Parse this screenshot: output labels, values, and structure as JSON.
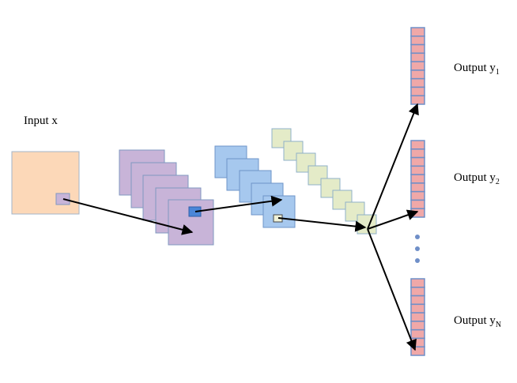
{
  "labels": {
    "input": "Input x",
    "output_prefix": "Output y",
    "outputs": [
      {
        "subscript": "1"
      },
      {
        "subscript": "2"
      },
      {
        "subscript": "N"
      }
    ]
  },
  "colors": {
    "input_fill": "#fcd8b8",
    "input_stroke": "#a3b5c9",
    "conv1_fill": "#c8b4d8",
    "conv1_stroke": "#8098c0",
    "conv2_fill": "#a6c8ee",
    "conv2_stroke": "#6e95c8",
    "conv3_fill": "#e4ebc8",
    "conv3_stroke": "#8fb0c8",
    "highlight_blue": "#4a86d8",
    "highlight_light": "#f0f2d8",
    "vector_cell": "#f0a8a8",
    "vector_sep": "#6f8fc8",
    "dots": "#6f8fc8",
    "arrow": "#000000"
  }
}
